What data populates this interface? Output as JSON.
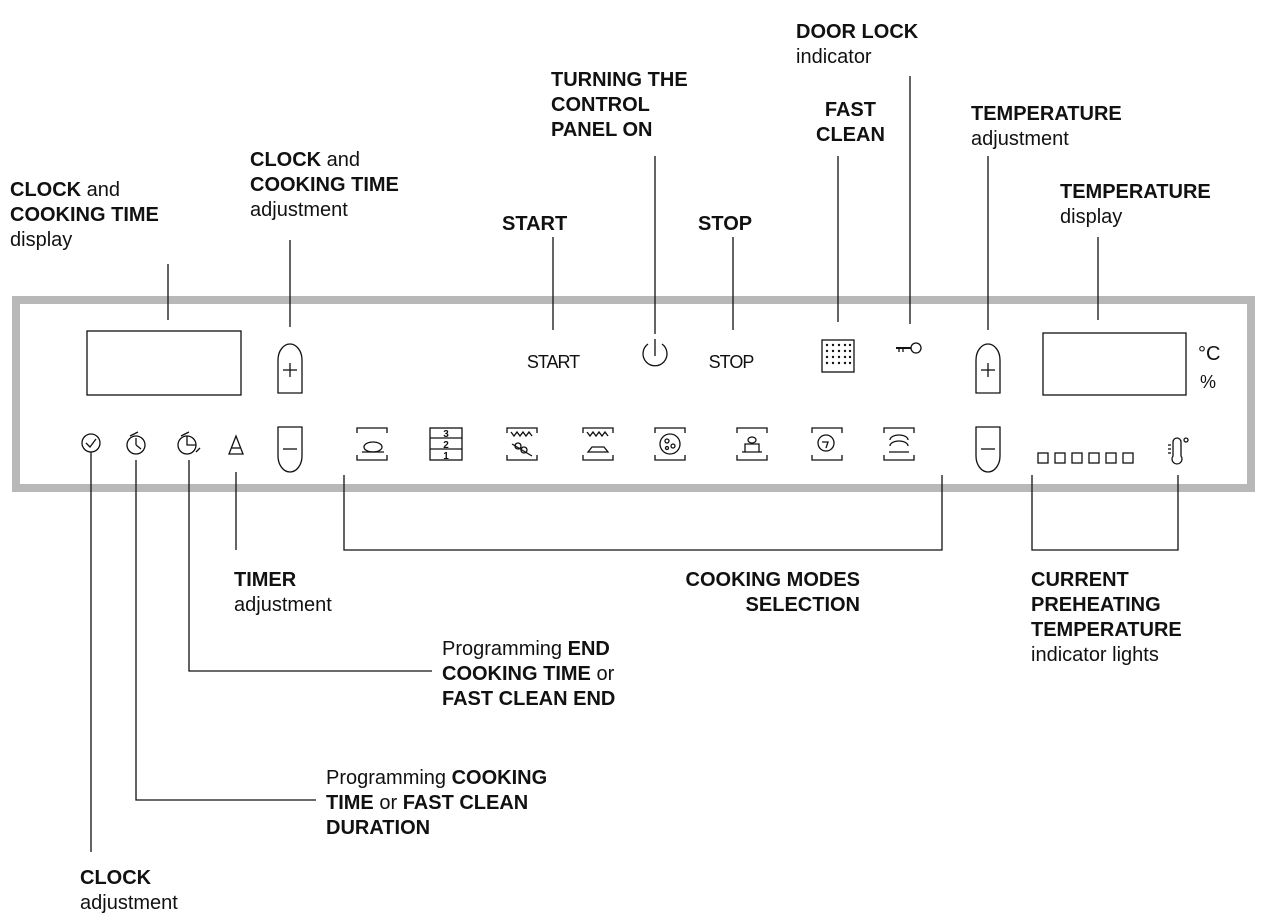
{
  "labels": {
    "clock_display": {
      "l1": "CLOCK",
      "l1b": " and",
      "l2": "COOKING TIME",
      "l3": "display"
    },
    "clock_adjust": {
      "l1": "CLOCK",
      "l1b": " and",
      "l2": "COOKING TIME",
      "l3": "adjustment"
    },
    "start": {
      "l1": "START"
    },
    "turning_on": {
      "l1": "TURNING THE",
      "l2": "CONTROL",
      "l3": "PANEL ON"
    },
    "stop": {
      "l1": "STOP"
    },
    "fast_clean": {
      "l1": "FAST",
      "l2": "CLEAN"
    },
    "door_lock": {
      "l1": "DOOR LOCK",
      "l2": "indicator"
    },
    "temp_adjust": {
      "l1": "TEMPERATURE",
      "l2": "adjustment"
    },
    "temp_display": {
      "l1": "TEMPERATURE",
      "l2": "display"
    },
    "timer": {
      "l1": "TIMER",
      "l2": "adjustment"
    },
    "cooking_modes": {
      "l1": "COOKING MODES",
      "l2": "SELECTION"
    },
    "preheat": {
      "l1": "CURRENT",
      "l2": "PREHEATING",
      "l3": "TEMPERATURE",
      "l4": "indicator lights"
    },
    "end_time": {
      "l1a": "Programming ",
      "l1b": "END",
      "l2a": "COOKING TIME",
      "l2b": " or",
      "l3": "FAST CLEAN END"
    },
    "cook_time": {
      "l1a": "Programming ",
      "l1b": "COOKING",
      "l2a": "TIME",
      "l2b": " or ",
      "l2c": "FAST CLEAN",
      "l3": "DURATION"
    },
    "clock_bottom": {
      "l1": "CLOCK",
      "l2": "adjustment"
    }
  },
  "panel": {
    "start_text": "START",
    "stop_text": "STOP",
    "plus": "+",
    "minus": "−",
    "celsius": "°C",
    "percent": "%",
    "shelf_levels": [
      "3",
      "2",
      "1"
    ]
  },
  "colors": {
    "panel_border": "#b8b8b8",
    "ink": "#111111"
  }
}
